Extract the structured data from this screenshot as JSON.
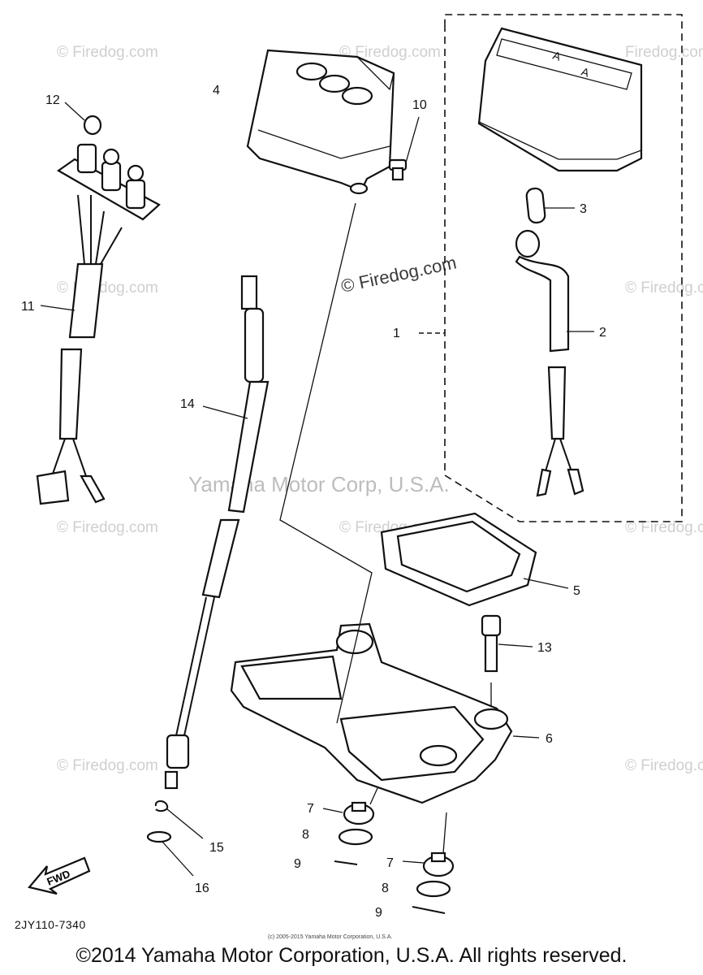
{
  "callouts": {
    "c1": "1",
    "c2": "2",
    "c3": "3",
    "c4": "4",
    "c5": "5",
    "c6": "6",
    "c7a": "7",
    "c7b": "7",
    "c8a": "8",
    "c8b": "8",
    "c9a": "9",
    "c9b": "9",
    "c10": "10",
    "c11": "11",
    "c12": "12",
    "c13": "13",
    "c14": "14",
    "c15": "15",
    "c16": "16"
  },
  "fwd_label": "FWD",
  "watermarks": {
    "firedog": "© Firedog.com",
    "firedog_short": "Firedog.com",
    "center": "© Firedog.com",
    "yamaha": "Yamaha Motor Corp, U.S.A."
  },
  "diagram_code": "2JY110-7340",
  "small_copyright": "(c) 2005-2015 Yamaha Motor Corporation, U.S.A.",
  "copyright": "©2014 Yamaha Motor Corporation, U.S.A. All rights reserved.",
  "colors": {
    "ink": "#111111",
    "watermark": "#cfcfcf",
    "background": "#ffffff"
  }
}
